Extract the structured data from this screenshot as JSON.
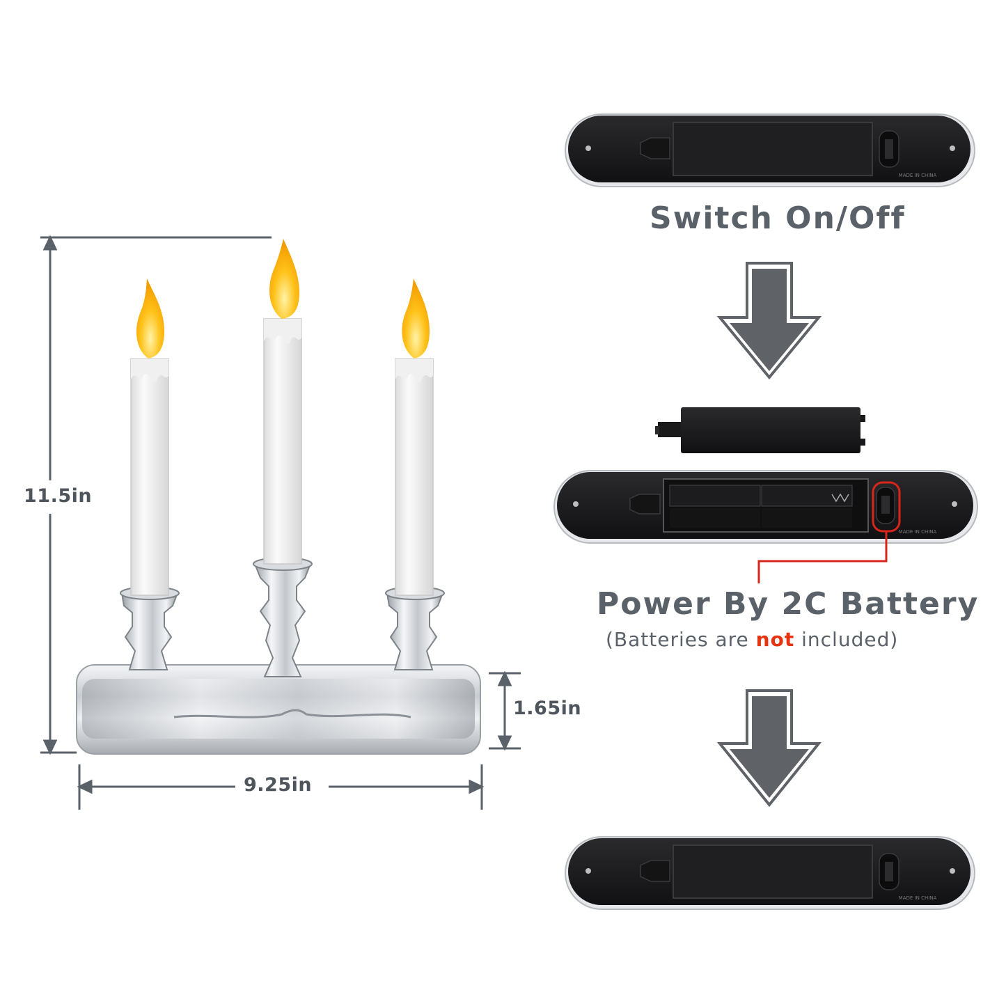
{
  "dimensions": {
    "height": "11.5in",
    "width": "9.25in",
    "base_height": "1.65in"
  },
  "steps": {
    "switch_label": "Switch On/Off",
    "power_label": "Power By 2C Battery",
    "note_prefix": "(Batteries are ",
    "note_highlight": "not",
    "note_suffix": " included)"
  },
  "panel_marking": "MADE IN CHINA",
  "colors": {
    "text": "#5a6169",
    "highlight": "#e63312",
    "arrow": "#5f6368",
    "callout": "#d8261c",
    "flame": "#f7b500"
  },
  "icons": [
    "down-arrow-icon",
    "flame-icon"
  ]
}
